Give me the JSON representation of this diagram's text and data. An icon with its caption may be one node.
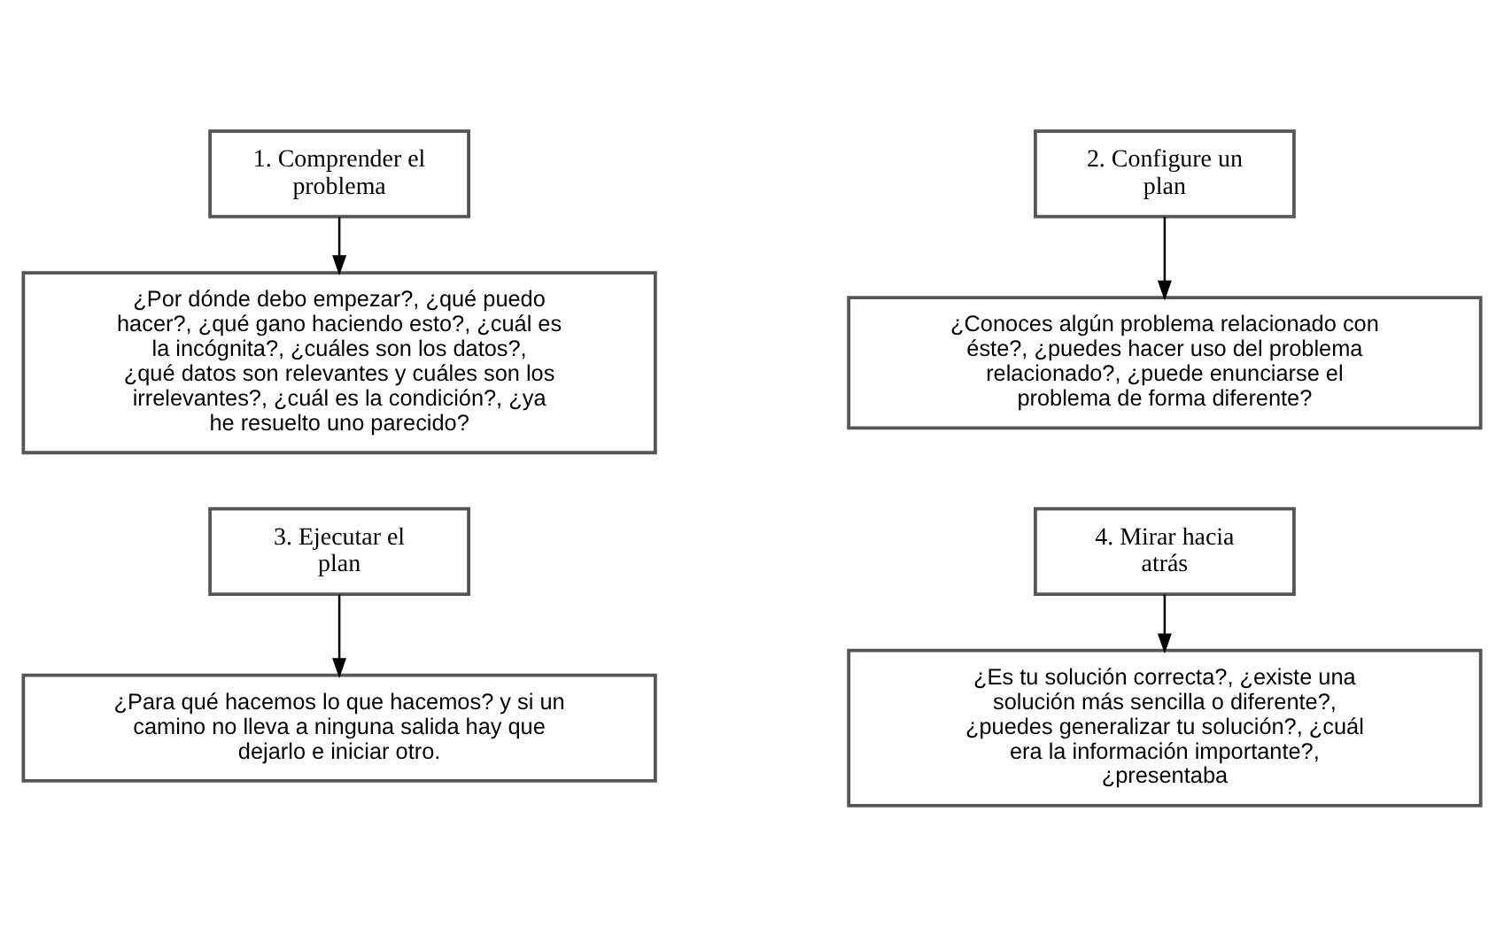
{
  "diagram": {
    "nodes": [
      {
        "text": [
          "1. Comprender el problema"
        ]
      },
      {
        "text": [
          "¿Por dónde debo empezar?, ¿qué puedo hacer?, ¿qué gano haciendo esto?, ¿cuál es la incógnita?, ¿cuáles son los datos?, ¿qué datos son relevantes y cuáles son los irrelevantes?, ¿cuál es la condición?, ¿ya he resuelto uno parecido?"
        ]
      },
      {
        "text": [
          "2. Configure un plan"
        ]
      },
      {
        "text": [
          "¿Conoces algún problema relacionado con éste?, ¿puedes hacer uso del problema relacionado?, ¿puede enunciarse el problema de forma diferente?"
        ]
      },
      {
        "text": [
          "3. Ejecutar el plan"
        ]
      },
      {
        "text": [
          "¿Para qué hacemos lo que hacemos? y si un camino no lleva a ninguna salida hay que dejarlo e iniciar otro."
        ]
      },
      {
        "text": [
          "4. Mirar hacia atrás"
        ]
      },
      {
        "text": [
          "¿Es tu solución correcta?, ¿existe una solución más sencilla o diferente?, ¿puedes generalizar tu solución?, ¿cuál era la información importante?, ¿presentaba"
        ]
      }
    ],
    "edges": [
      {
        "from": 0,
        "to": 1,
        "arrow": "to"
      },
      {
        "from": 2,
        "to": 3,
        "arrow": "to"
      },
      {
        "from": 4,
        "to": 5,
        "arrow": "to"
      },
      {
        "from": 6,
        "to": 7,
        "arrow": "to"
      }
    ]
  }
}
